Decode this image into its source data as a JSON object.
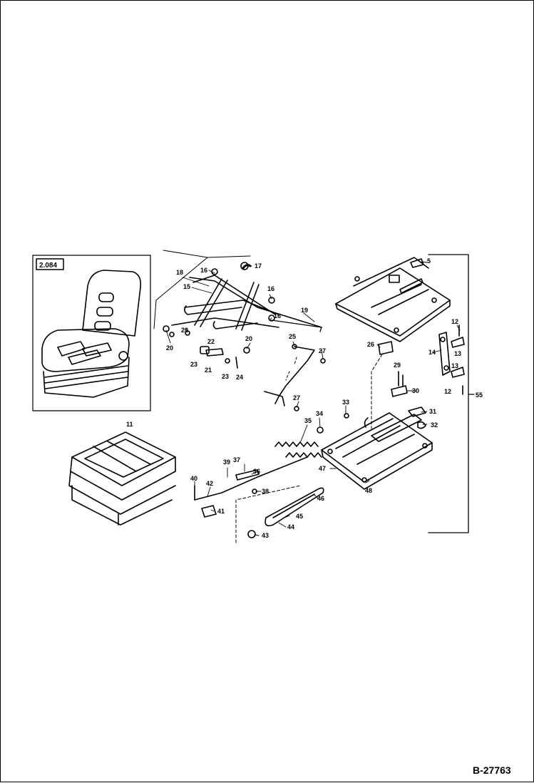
{
  "reference_box": "2.084",
  "document_number": "B-27763",
  "callouts": [
    "5",
    "11",
    "12",
    "13",
    "14",
    "15",
    "16",
    "17",
    "18",
    "19",
    "20",
    "21",
    "22",
    "23",
    "24",
    "25",
    "26",
    "27",
    "29",
    "30",
    "31",
    "32",
    "33",
    "34",
    "35",
    "36",
    "37",
    "38",
    "39",
    "40",
    "41",
    "42",
    "43",
    "44",
    "45",
    "46",
    "47",
    "48",
    "55"
  ]
}
